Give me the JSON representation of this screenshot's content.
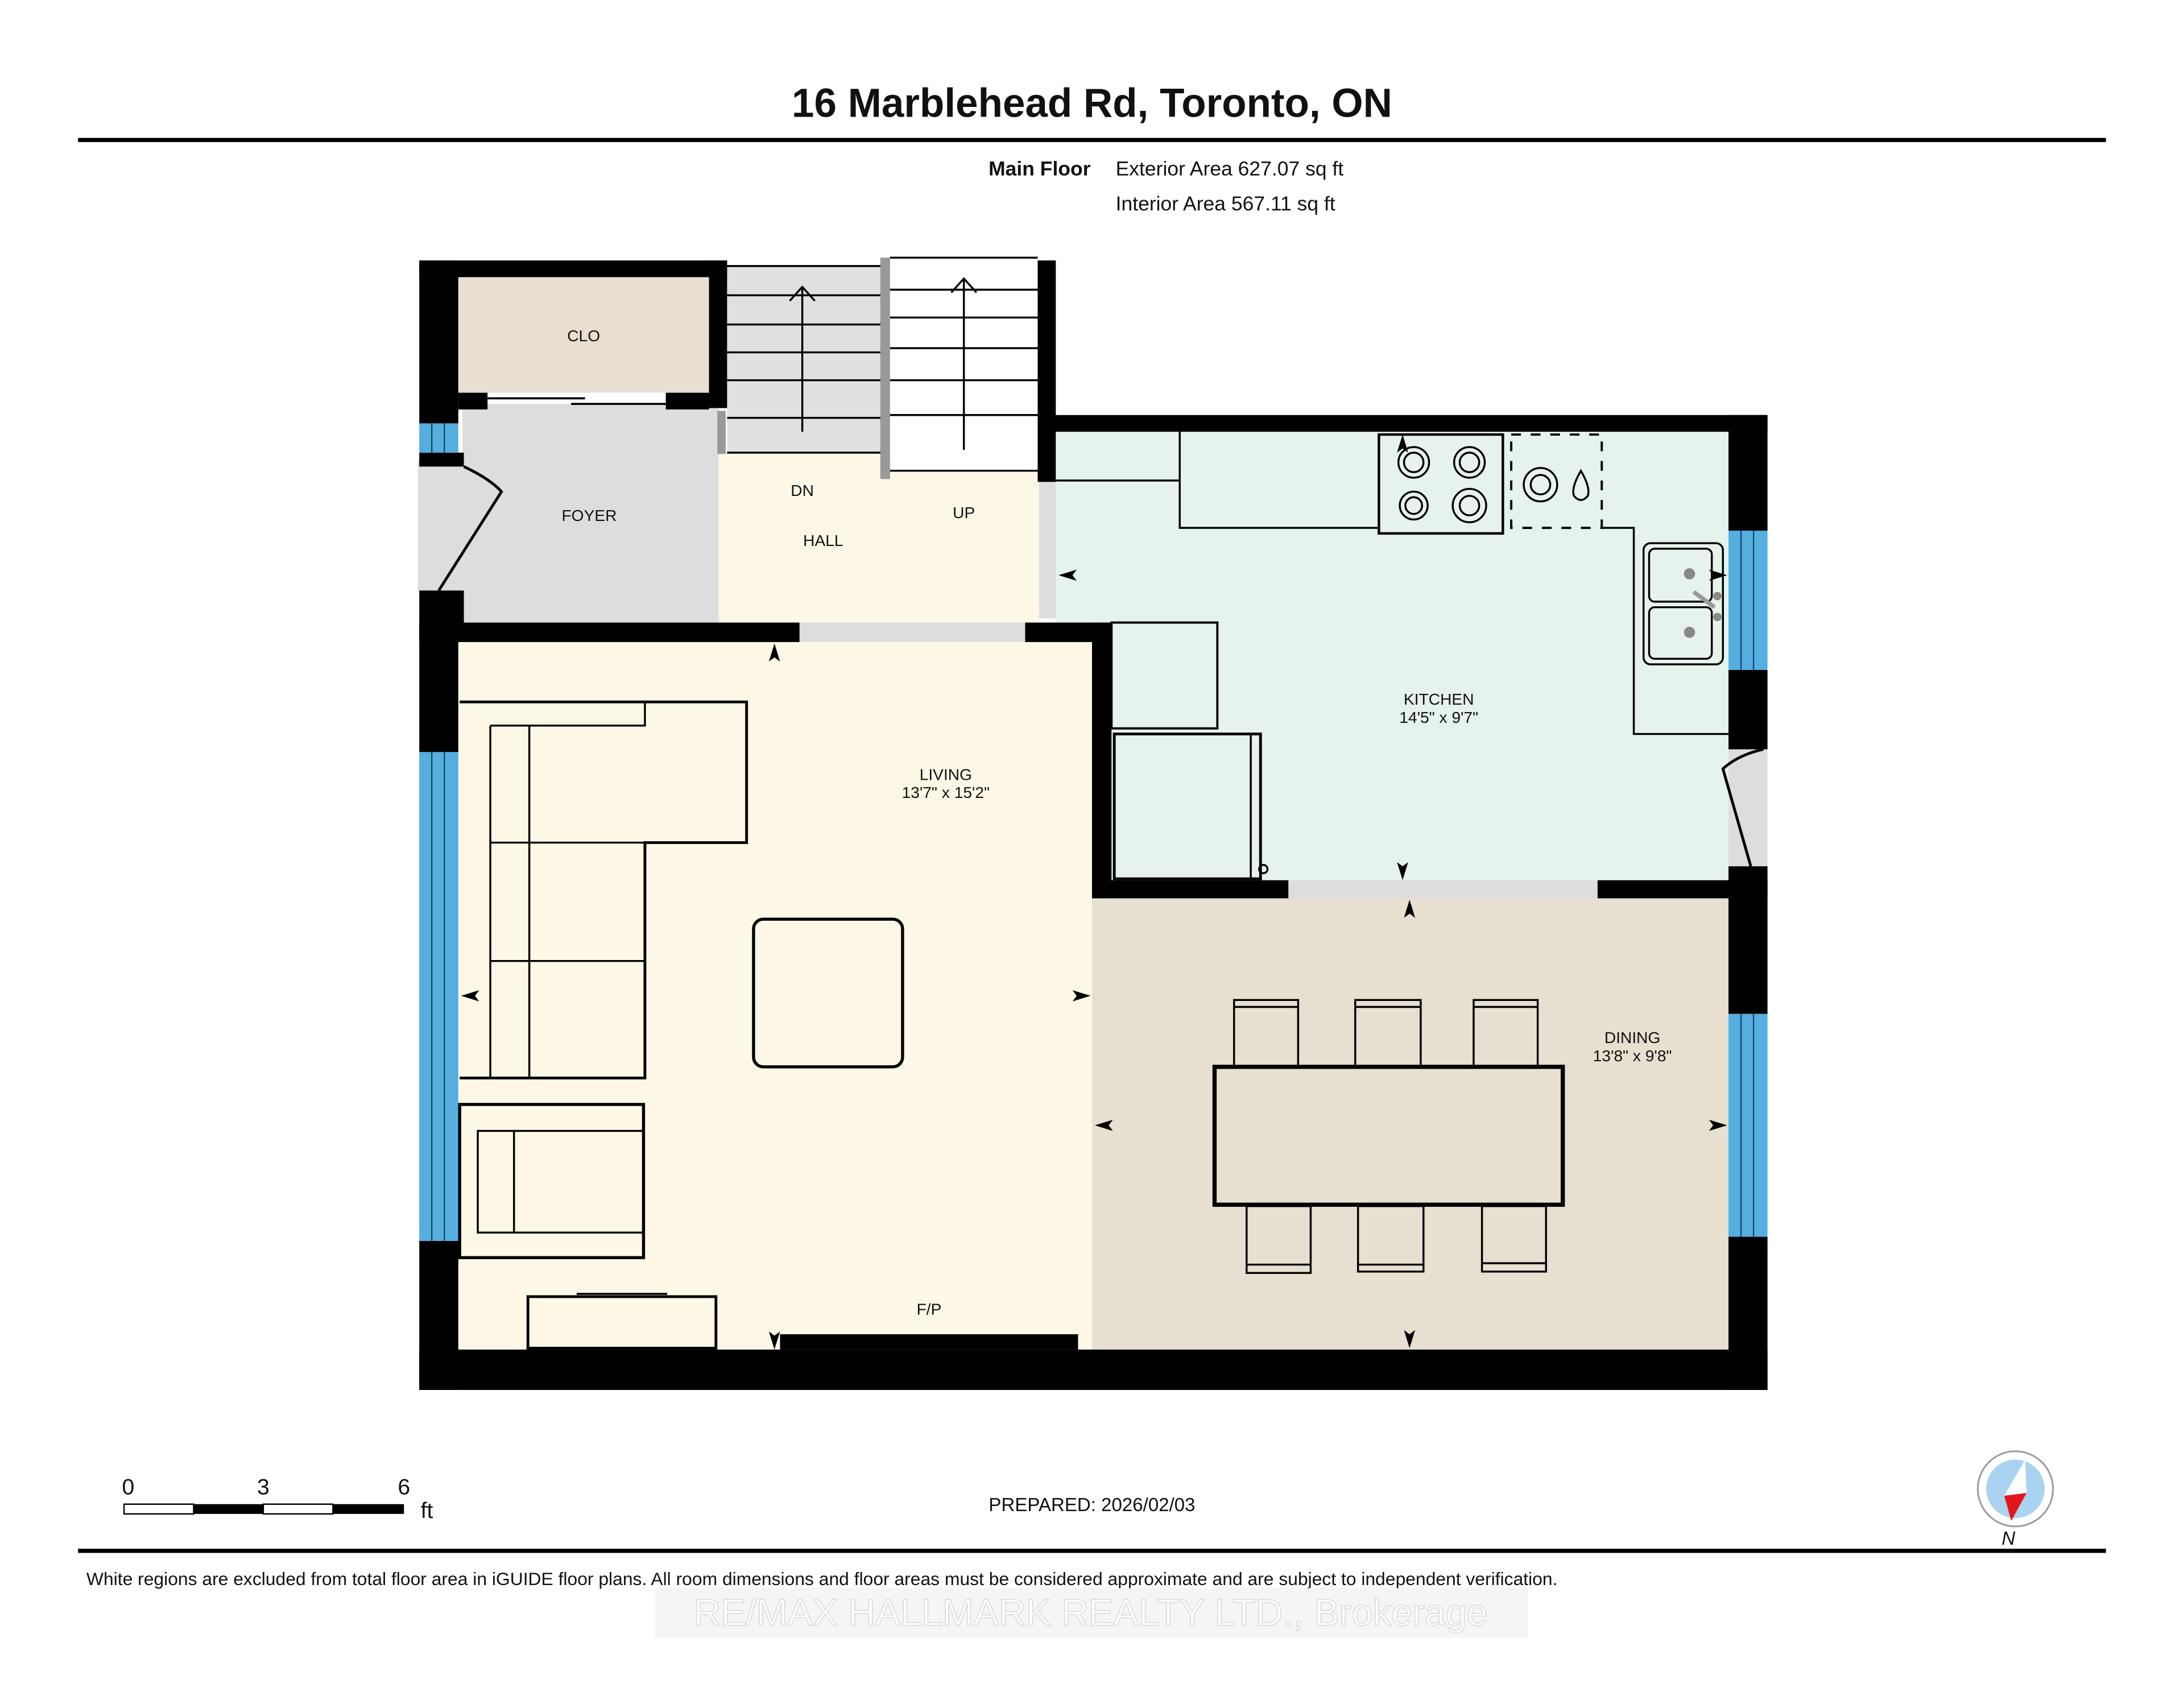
{
  "header": {
    "title": "16 Marblehead Rd, Toronto, ON",
    "floor_label": "Main Floor",
    "exterior_area": "Exterior Area 627.07 sq ft",
    "interior_area": "Interior Area 567.11 sq ft"
  },
  "rooms": {
    "closet": {
      "name": "CLO"
    },
    "foyer": {
      "name": "FOYER"
    },
    "hall": {
      "name": "HALL",
      "stair_down": "DN",
      "stair_up": "UP"
    },
    "kitchen": {
      "name": "KITCHEN",
      "dims": "14'5\" x 9'7\""
    },
    "living": {
      "name": "LIVING",
      "dims": "13'7\" x 15'2\"",
      "fireplace": "F/P"
    },
    "dining": {
      "name": "DINING",
      "dims": "13'8\" x 9'8\""
    }
  },
  "colors": {
    "closet": "#e8dfd0",
    "foyer": "#dddddd",
    "hall": "#fdf8e6",
    "kitchen": "#e6f2ec",
    "living": "#fdf8e6",
    "dining": "#e7dfd0",
    "window": "#54aee0",
    "stairs_down": "#e0e0e0",
    "compass_fill": "#a9d3f1",
    "compass_needle": "#e3161b"
  },
  "scale_bar": {
    "ticks": [
      "0",
      "3",
      "6"
    ],
    "unit": "ft"
  },
  "footer": {
    "prepared": "PREPARED: 2026/02/03",
    "compass_label": "N",
    "disclaimer": "White regions are excluded from total floor area in iGUIDE floor plans. All room dimensions and floor areas must be considered approximate and are subject to independent verification.",
    "watermark": "RE/MAX HALLMARK REALTY LTD., Brokerage"
  }
}
